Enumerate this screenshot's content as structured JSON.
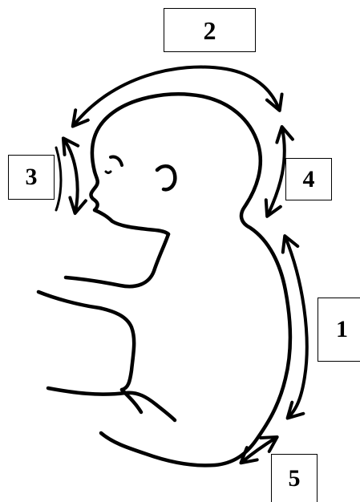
{
  "labels": {
    "one": "1",
    "two": "2",
    "three": "3",
    "four": "4",
    "five": "5"
  },
  "colors": {
    "stroke": "#000000",
    "background": "#ffffff"
  }
}
